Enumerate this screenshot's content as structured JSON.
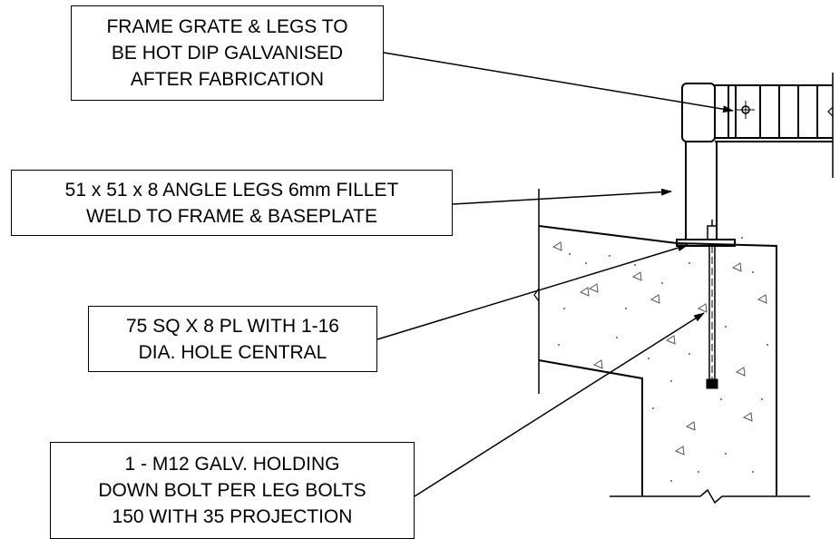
{
  "notes": {
    "frame_grate": {
      "lines": [
        "FRAME GRATE & LEGS TO",
        "BE HOT DIP GALVANISED",
        "AFTER FABRICATION"
      ]
    },
    "angle_legs": {
      "lines": [
        "51 x 51 x 8 ANGLE LEGS 6mm FILLET",
        "WELD TO FRAME & BASEPLATE"
      ]
    },
    "baseplate": {
      "lines": [
        "75 SQ X 8 PL WITH 1-16",
        "DIA. HOLE CENTRAL"
      ]
    },
    "bolt": {
      "lines": [
        "1 - M12 GALV. HOLDING",
        "DOWN BOLT PER LEG BOLTS",
        "150 WITH 35 PROJECTION"
      ]
    }
  },
  "colors": {
    "line": "#000000",
    "background": "#ffffff",
    "aggregate": "#555555"
  }
}
